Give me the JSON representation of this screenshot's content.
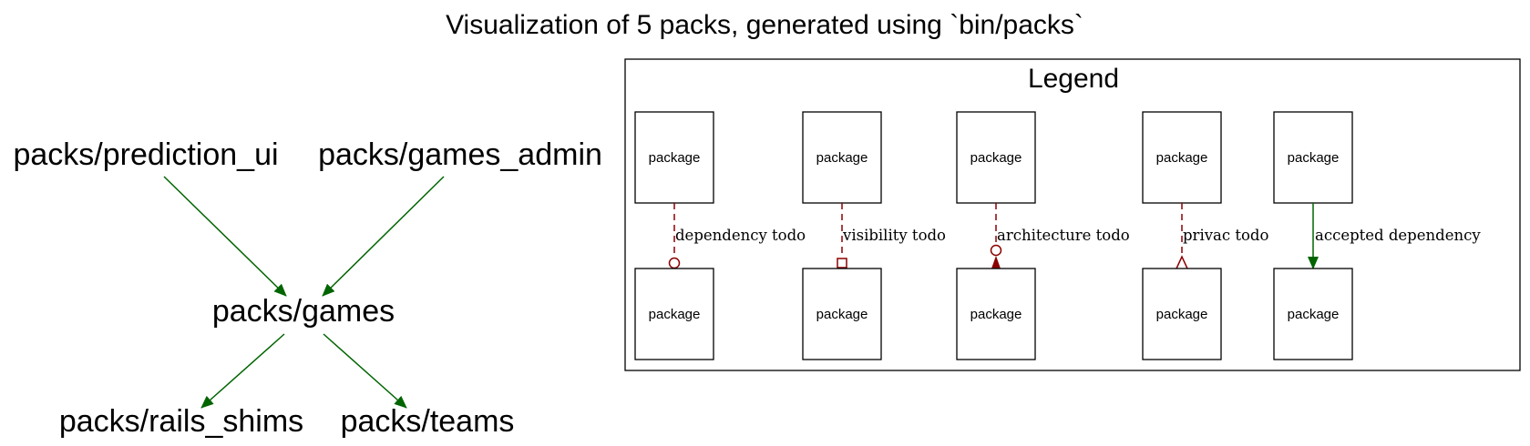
{
  "title": "Visualization of 5 packs, generated using `bin/packs`",
  "packs": {
    "prediction_ui": "packs/prediction_ui",
    "games_admin": "packs/games_admin",
    "games": "packs/games",
    "rails_shims": "packs/rails_shims",
    "teams": "packs/teams"
  },
  "legend": {
    "title": "Legend",
    "box_label": "package",
    "edges": [
      {
        "label": "dependency todo",
        "color": "#8b0000",
        "style": "dashed",
        "head": "circle"
      },
      {
        "label": "visibility todo",
        "color": "#8b0000",
        "style": "dashed",
        "head": "square"
      },
      {
        "label": "architecture todo",
        "color": "#8b0000",
        "style": "dashed",
        "head": "arrow-with-circle"
      },
      {
        "label": "privac todo",
        "color": "#8b0000",
        "style": "dashed",
        "head": "crow"
      },
      {
        "label": "accepted dependency",
        "color": "#006400",
        "style": "solid",
        "head": "arrow"
      }
    ]
  }
}
